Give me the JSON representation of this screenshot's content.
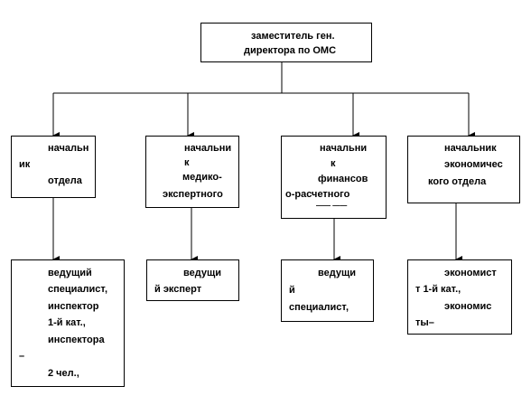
{
  "top": {
    "line1": "заместитель ген.",
    "line2": "директора по ОМС"
  },
  "heads": [
    {
      "lines": [
        "начальн",
        "ик",
        "отдела"
      ]
    },
    {
      "lines": [
        "начальни",
        "к",
        "медико-",
        "экспертного"
      ]
    },
    {
      "lines": [
        "начальни",
        "к",
        "финансов",
        "о-расчетного",
        "—— ——"
      ]
    },
    {
      "lines": [
        "начальник",
        "экономичес",
        "кого отдела"
      ]
    }
  ],
  "staff": [
    {
      "lines": [
        "ведущий",
        "специалист,",
        "инспектор",
        "1-й кат.,",
        "инспектора",
        "–",
        "2 чел.,"
      ]
    },
    {
      "lines": [
        "ведущи",
        "й эксперт"
      ]
    },
    {
      "lines": [
        "ведущи",
        "й",
        "специалист,"
      ]
    },
    {
      "lines": [
        "экономист",
        "т 1-й кат.,",
        "экономис",
        "ты–"
      ]
    }
  ]
}
